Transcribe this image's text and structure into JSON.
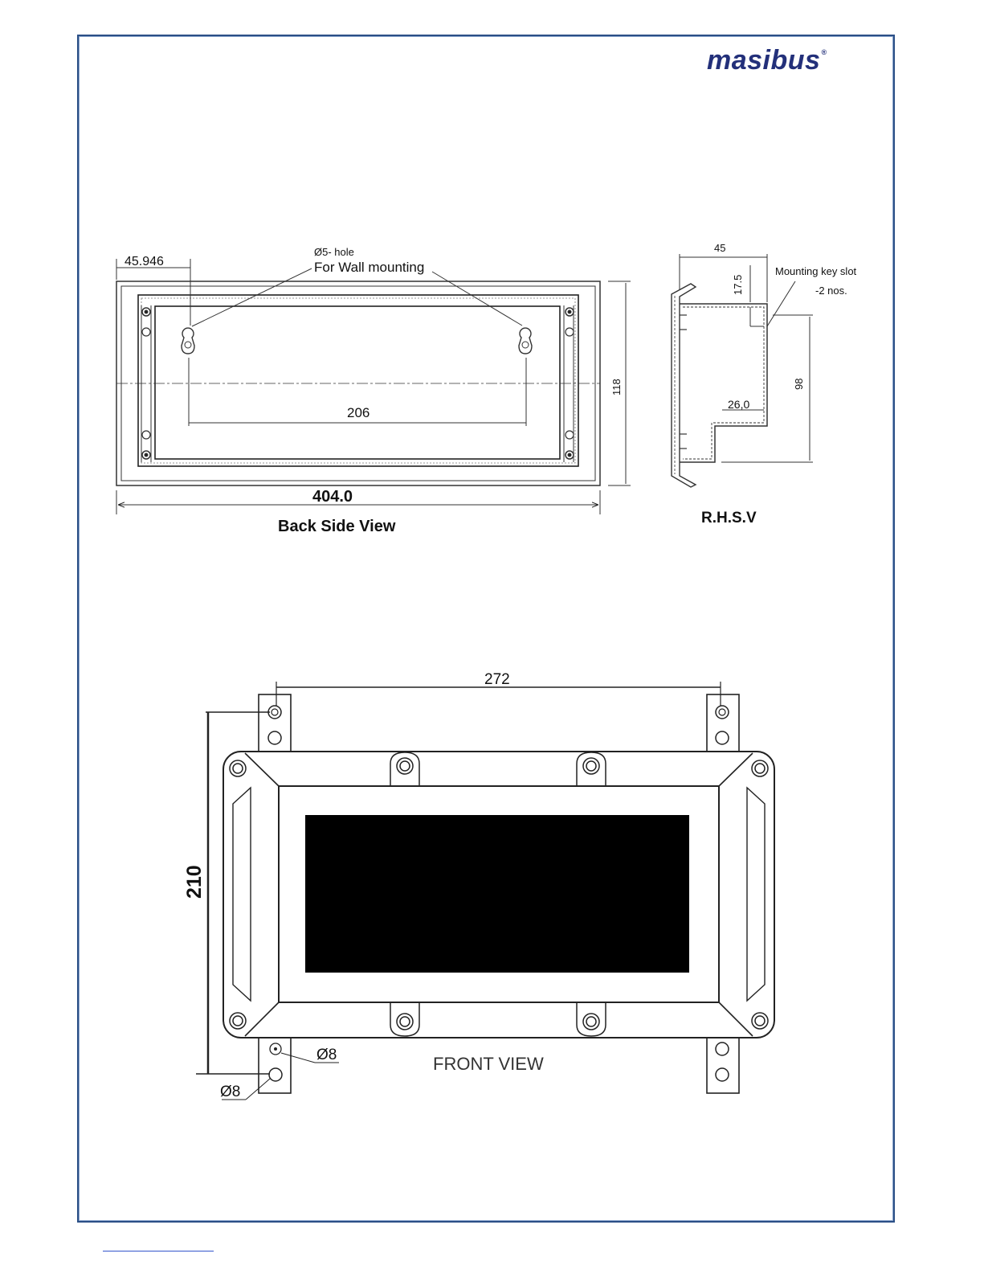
{
  "brand": {
    "logo_text": "masibus",
    "logo_mark": "®"
  },
  "back_view": {
    "caption": "Back Side View",
    "dim_width": "404.0",
    "dim_offset": "45.946",
    "dim_hole_spacing": "206",
    "dim_height": "118",
    "hole_label_line1": "Ø5- hole",
    "hole_label_line2": "For Wall mounting"
  },
  "side_view": {
    "caption": "R.H.S.V",
    "dim_depth": "45",
    "dim_slot_depth": "17.5",
    "dim_height": "98",
    "dim_step": "26,0",
    "slot_label_line1": "Mounting key slot",
    "slot_label_line2": "-2 nos."
  },
  "front_view": {
    "caption": "FRONT VIEW",
    "dim_hole_spacing": "272",
    "dim_height": "210",
    "hole_label_a": "Ø8",
    "hole_label_b": "Ø8"
  },
  "colors": {
    "border": "#2b4f86",
    "logo": "#23307a",
    "line": "#222222",
    "display": "#000000"
  }
}
